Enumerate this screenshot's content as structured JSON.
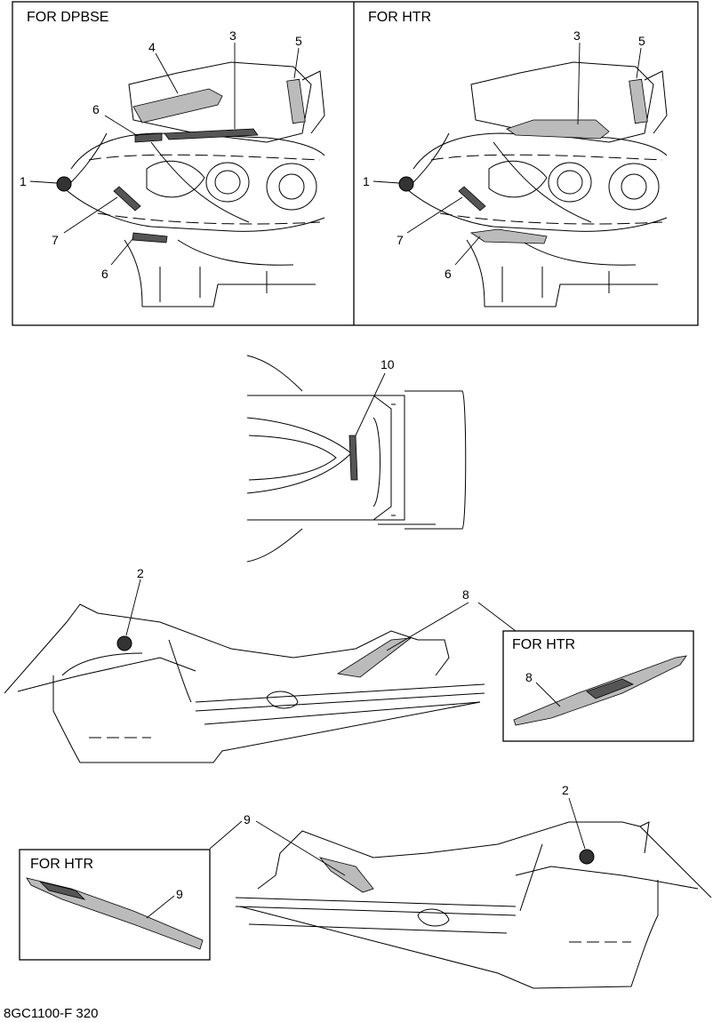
{
  "panels": {
    "top_left_label": "FOR DPBSE",
    "top_right_label": "FOR HTR",
    "inset_8_label": "FOR HTR",
    "inset_9_label": "FOR HTR"
  },
  "callouts": {
    "c1a": "1",
    "c1b": "1",
    "c2a": "2",
    "c2b": "2",
    "c3a": "3",
    "c3b": "3",
    "c4": "4",
    "c5a": "5",
    "c5b": "5",
    "c6a": "6",
    "c6b": "6",
    "c6c": "6",
    "c7a": "7",
    "c7b": "7",
    "c8a": "8",
    "c8b": "8",
    "c9a": "9",
    "c9b": "9",
    "c10": "10"
  },
  "footer": {
    "code": "8GC1100-F 320"
  }
}
